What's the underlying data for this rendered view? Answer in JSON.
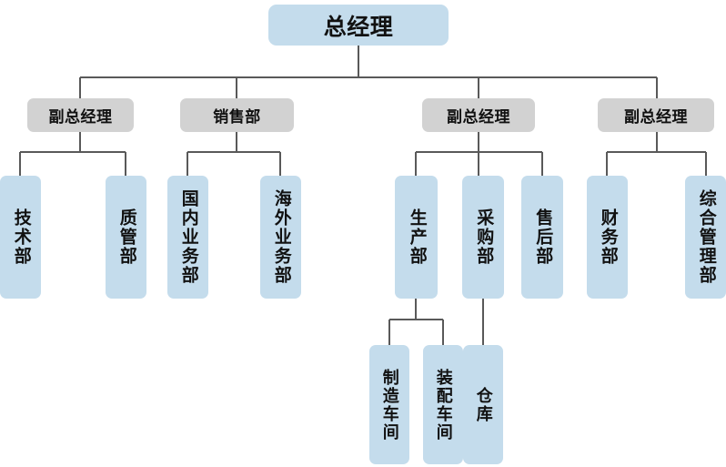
{
  "chart": {
    "title": "总经理",
    "orientation": "top-down",
    "colors": {
      "top_level_fill": "#c4dcec",
      "manager_level_fill": "#d2d2d2",
      "department_fill": "#c4dcec",
      "connector_line": "#595959",
      "background": "#ffffff",
      "text": "#111111"
    },
    "nodes": {
      "root": {
        "label": "总经理",
        "level": 1
      },
      "deputy_gm_1": {
        "label": "副总经理",
        "level": 2
      },
      "sales_dept": {
        "label": "销售部",
        "level": 2
      },
      "deputy_gm_2": {
        "label": "副总经理",
        "level": 2
      },
      "deputy_gm_3": {
        "label": "副总经理",
        "level": 2
      },
      "tech_dept": {
        "label": "技术部",
        "level": 3
      },
      "quality_dept": {
        "label": "质管部",
        "level": 3
      },
      "domestic_business_dept": {
        "label": "国内业务部",
        "level": 3
      },
      "overseas_business_dept": {
        "label": "海外业务部",
        "level": 3
      },
      "production_dept": {
        "label": "生产部",
        "level": 3
      },
      "purchasing_dept": {
        "label": "采购部",
        "level": 3
      },
      "after_sales_dept": {
        "label": "售后部",
        "level": 3
      },
      "finance_dept": {
        "label": "财务部",
        "level": 3
      },
      "general_admin_dept": {
        "label": "综合管理部",
        "level": 3
      },
      "manufacturing_workshop": {
        "label": "制造车间",
        "level": 4
      },
      "assembly_workshop": {
        "label": "装配车间",
        "level": 4
      },
      "warehouse": {
        "label": "仓库",
        "level": 4
      }
    }
  }
}
